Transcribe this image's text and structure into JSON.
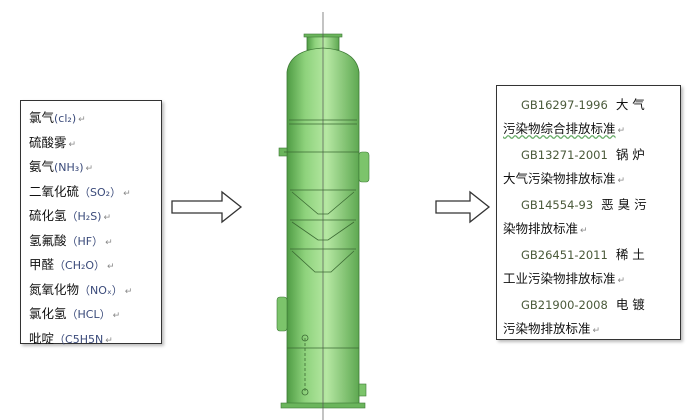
{
  "pollutants": [
    {
      "name": "氯气",
      "formula": "(cl₂)"
    },
    {
      "name": "硫酸雾",
      "formula": ""
    },
    {
      "name": "氨气",
      "formula": "(NH₃)"
    },
    {
      "name": "二氧化硫",
      "formula": "（SO₂）"
    },
    {
      "name": "硫化氢",
      "formula": "（H₂S)"
    },
    {
      "name": "氢氟酸",
      "formula": "（HF）"
    },
    {
      "name": "甲醛",
      "formula": "（CH₂O）"
    },
    {
      "name": "氮氧化物",
      "formula": "（NOₓ）"
    },
    {
      "name": "氯化氢",
      "formula": "（HCL）"
    },
    {
      "name": "吡啶",
      "formula": "（C5H5N"
    }
  ],
  "standards": [
    {
      "code": "GB16297-1996",
      "name_a": "大 气",
      "name_b": "污染物综合排放标准"
    },
    {
      "code": "GB13271-2001",
      "name_a": "锅 炉",
      "name_b": "大气污染物排放标准"
    },
    {
      "code": "GB14554-93",
      "name_a": "恶 臭 污",
      "name_b": "染物排放标准"
    },
    {
      "code": "GB26451-2011",
      "name_a": "稀 土",
      "name_b": "工业污染物排放标准"
    },
    {
      "code": "GB21900-2008",
      "name_a": "电 镀",
      "name_b": "污染物排放标准"
    }
  ],
  "colors": {
    "tower": "#8fd17e",
    "tower_dark": "#5aa84c",
    "line": "#333333"
  },
  "return_mark": "↵"
}
